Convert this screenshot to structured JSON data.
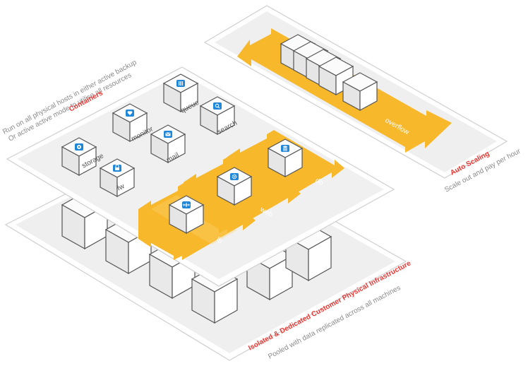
{
  "colors": {
    "accent": "#f7b82b",
    "title_red": "#e53935",
    "icon_blue": "#1f86d8",
    "platform_fill": "#f2f2f2",
    "platform_stroke": "#d9d9d9"
  },
  "containers": {
    "title": "Containers",
    "desc_line1": "Run on all physical hosts in either active backup",
    "desc_line2": "Or active active mode to utilise all resources",
    "items": [
      {
        "label": "storage",
        "icon": "disc-icon"
      },
      {
        "label": "fw",
        "icon": "lock-icon"
      },
      {
        "label": "monitor",
        "icon": "heart-icon"
      },
      {
        "label": "mail",
        "icon": "envelope-icon"
      },
      {
        "label": "queue",
        "icon": "bars-icon"
      },
      {
        "label": "search",
        "icon": "magnifier-icon"
      }
    ],
    "arrows": [
      {
        "label": "lb",
        "icon": "move-arrows-icon"
      },
      {
        "label": "web",
        "icon": "gear-icon"
      },
      {
        "label": "db",
        "icon": "database-icon"
      }
    ]
  },
  "autoscaling": {
    "title": "Auto Scaling",
    "desc": "Scale out and pay per hour",
    "arrow_label": "overflow"
  },
  "infrastructure": {
    "title": "Isolated & Dedicated Customer Physical Infrastructure",
    "desc": "Pooled with data replicated across all machines"
  }
}
